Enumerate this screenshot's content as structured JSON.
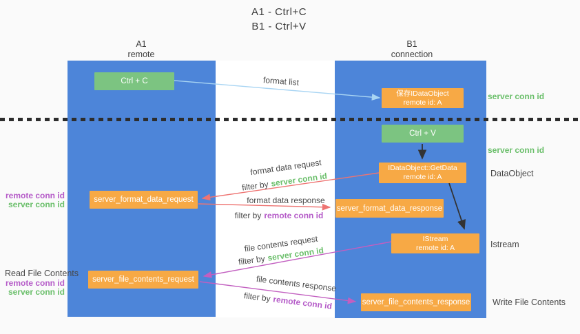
{
  "title": {
    "line1": "A1 - Ctrl+C",
    "line2": "B1 - Ctrl+V"
  },
  "lanes": {
    "a1": {
      "name": "A1",
      "subtitle": "remote"
    },
    "b1": {
      "name": "B1",
      "subtitle": "connection"
    }
  },
  "nodes": {
    "ctrl_c": {
      "label": "Ctrl + C"
    },
    "save_idataobject": {
      "line1": "保存IDataObject",
      "line2": "remote id: A"
    },
    "ctrl_v": {
      "label": "Ctrl + V"
    },
    "getdata": {
      "line1": "IDataObject::GetData",
      "line2": "remote id: A"
    },
    "server_format_data_request": {
      "label": "server_format_data_request"
    },
    "server_format_data_response": {
      "label": "server_format_data_response"
    },
    "istream": {
      "line1": "IStream",
      "line2": "remote id: A"
    },
    "server_file_contents_request": {
      "label": "server_file_contents_request"
    },
    "server_file_contents_response": {
      "label": "server_file_contents_response"
    }
  },
  "edges": {
    "format_list": {
      "label": "format list"
    },
    "format_data_request": {
      "label": "format data request",
      "filter_prefix": "filter by",
      "filter_key": "server conn id"
    },
    "format_data_response": {
      "label": "format data response",
      "filter_prefix": "filter by",
      "filter_key": "remote conn id"
    },
    "file_contents_request": {
      "label": "file contents request",
      "filter_prefix": "filter by",
      "filter_key": "server conn id"
    },
    "file_contents_response": {
      "label": "file contents response",
      "filter_prefix": "filter by",
      "filter_key": "remote conn id"
    }
  },
  "side_labels": {
    "right_top_conn": "server conn id",
    "right_mid_conn": "server conn id",
    "dataobject": "DataObject",
    "istream": "Istream",
    "write_file_contents": "Write File Contents",
    "read_file_contents": "Read File Contents",
    "left_remote_conn": "remote conn id",
    "left_server_conn": "server conn id"
  },
  "colors": {
    "lane_blue": "#4d85d9",
    "box_green": "#7cc481",
    "box_orange": "#f7a945",
    "arrow_blue": "#a9d5f3",
    "arrow_red": "#ee7472",
    "arrow_magenta": "#c25fc0",
    "label_green": "#6bbf6b",
    "label_purple": "#b55bc8"
  }
}
